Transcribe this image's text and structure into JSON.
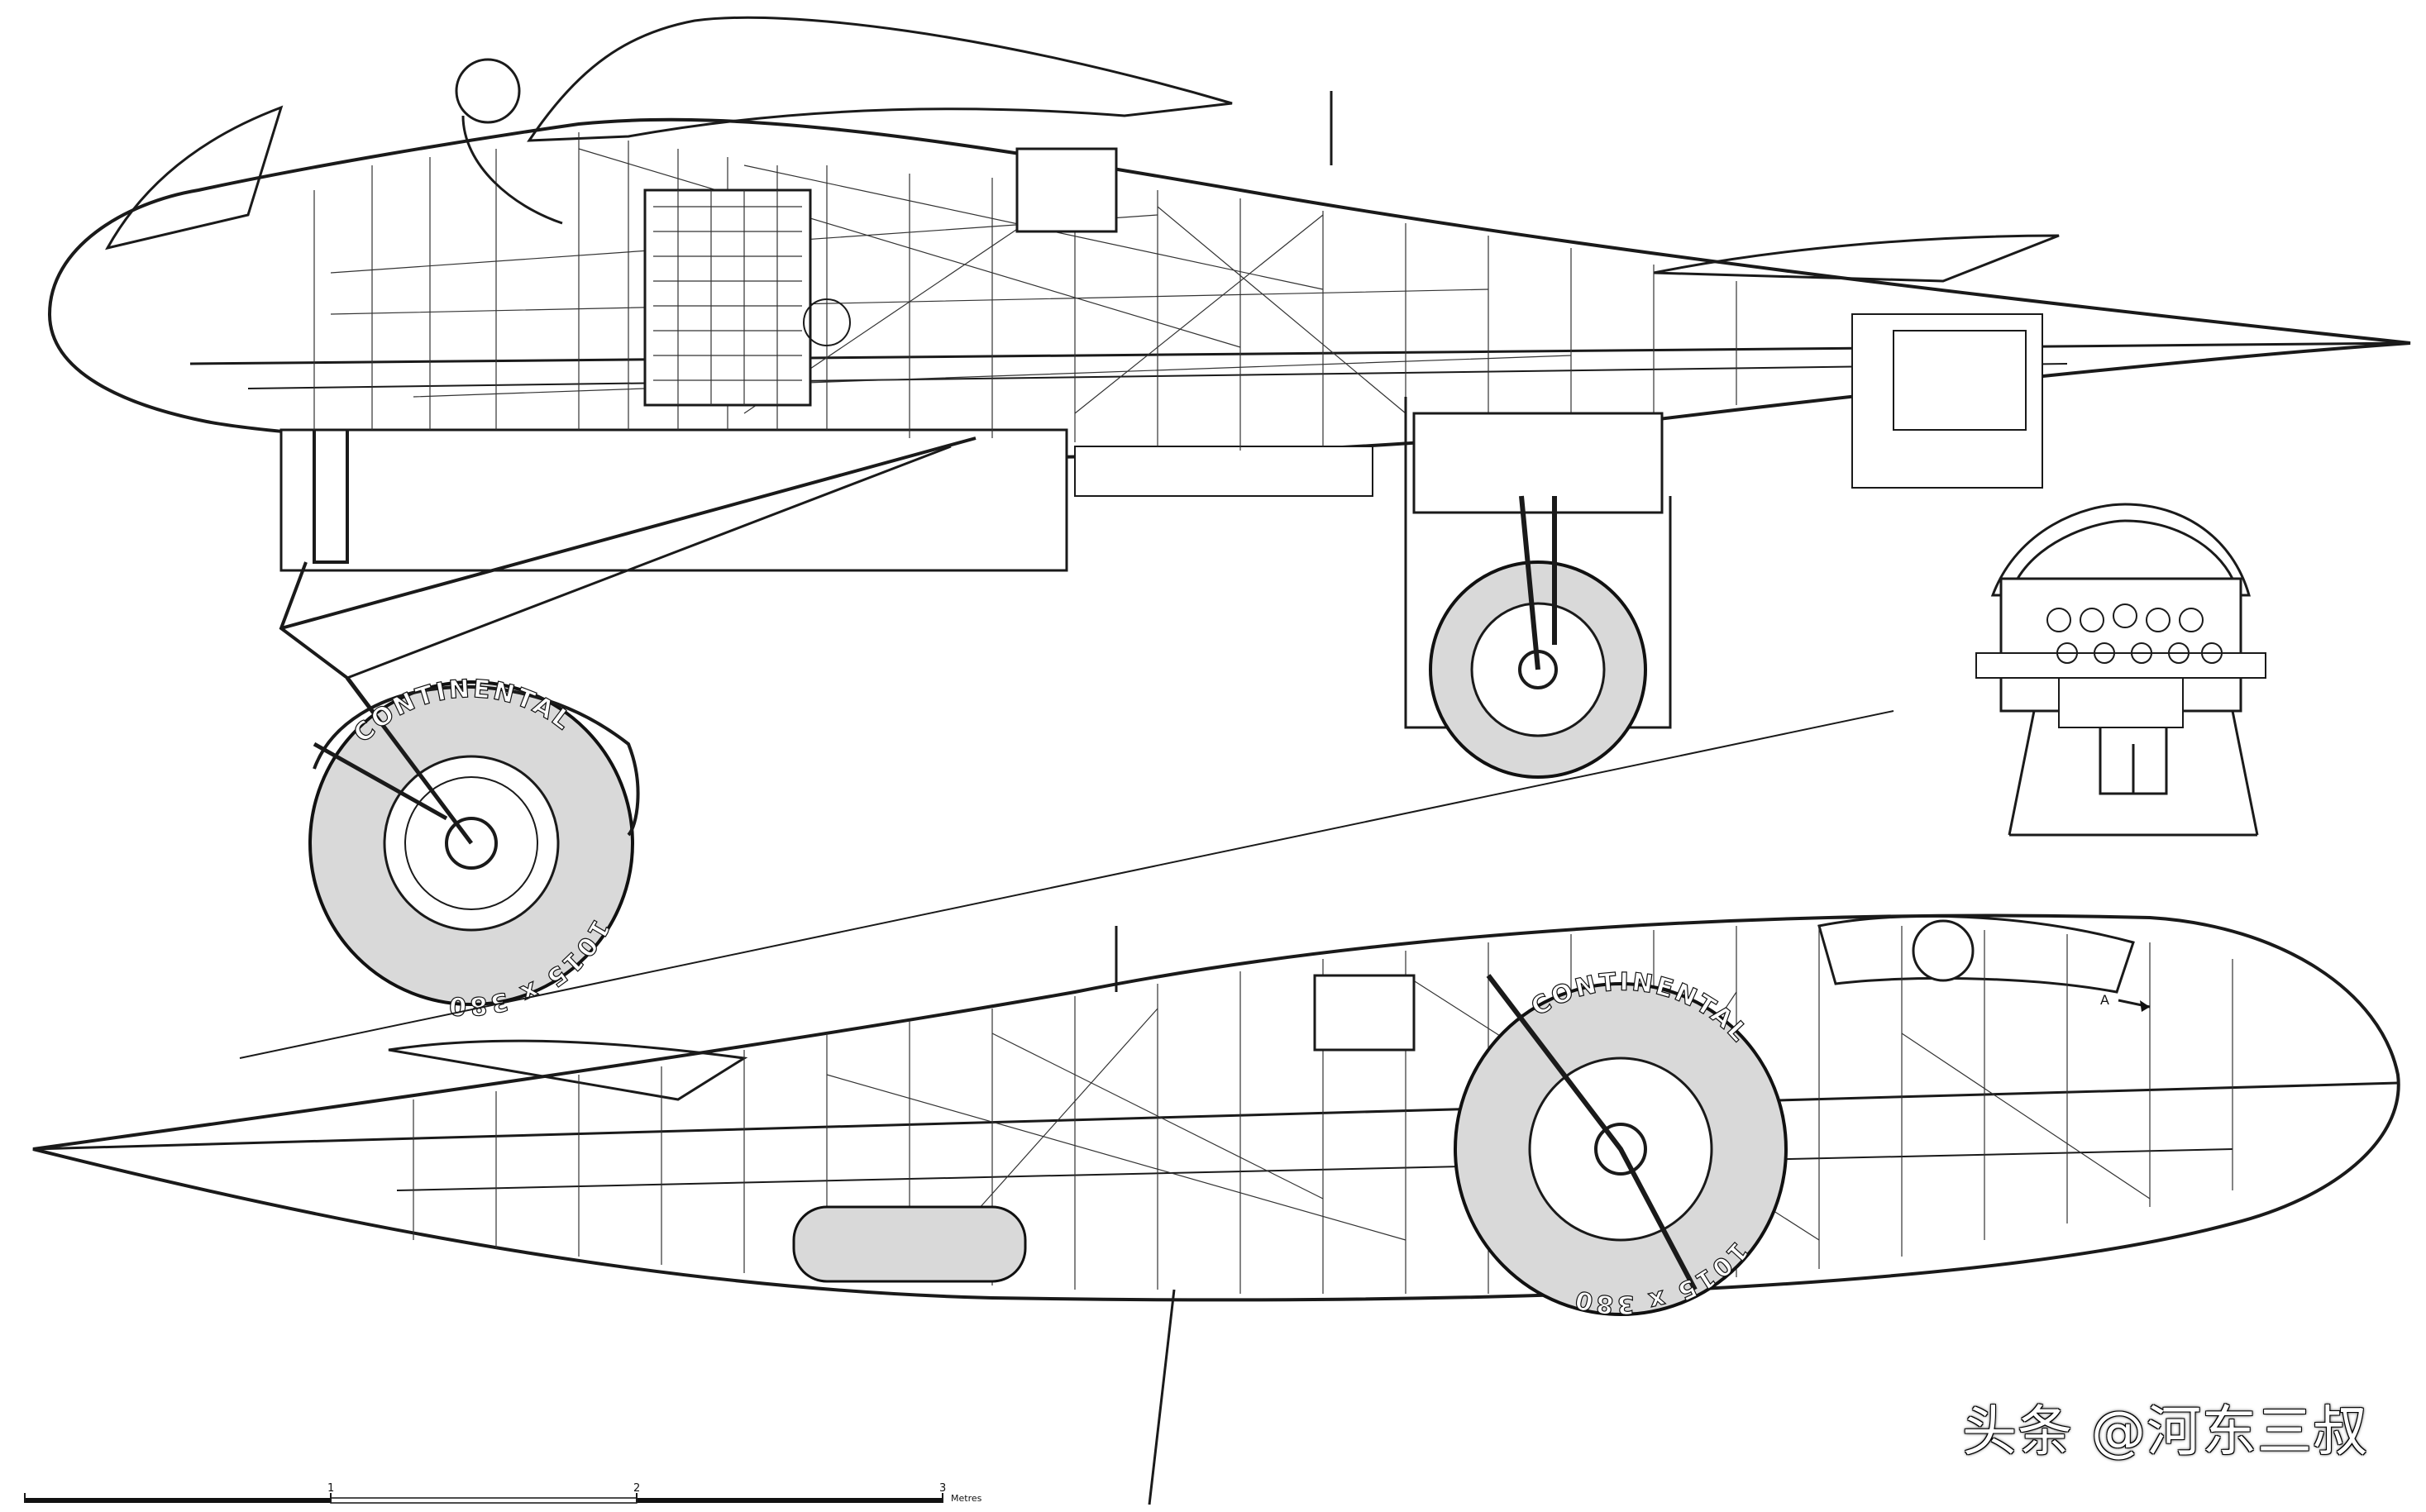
{
  "drawing": {
    "tire_brand": "CONTINENTAL",
    "tire_size": "1015 x 380",
    "arrow_label": "A"
  },
  "scale_bar": {
    "ticks": [
      "1",
      "2",
      "3"
    ],
    "unit": "Metres"
  },
  "watermark": "头条 @河东三叔",
  "icons": {
    "direction_arrow": "arrow-right-icon"
  }
}
